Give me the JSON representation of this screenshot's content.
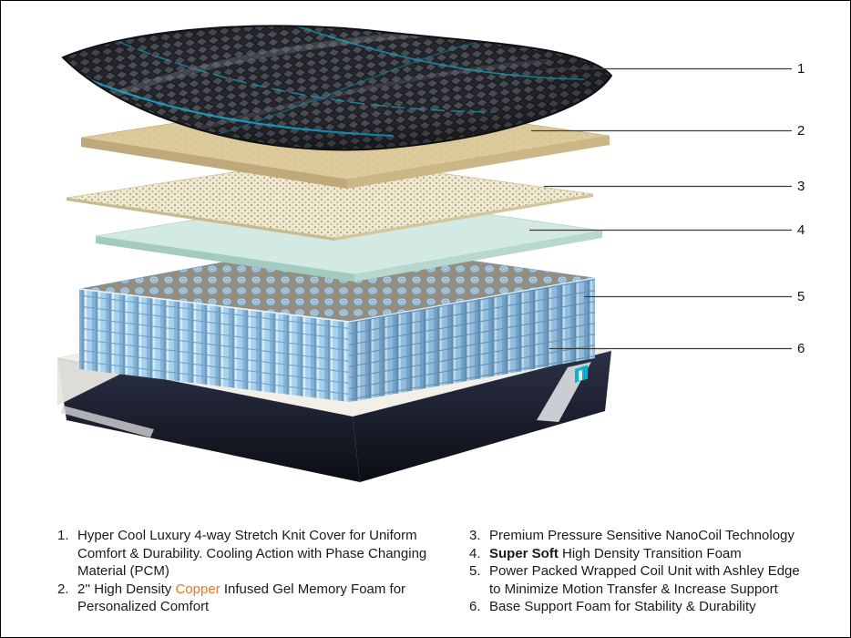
{
  "page": {
    "background": "#ffffff",
    "border_color": "#000000"
  },
  "colors": {
    "cover_dark": "#2b2c31",
    "cover_accent_cyan": "#16a7c9",
    "memory_foam_tan": "#dcca9a",
    "nanocoil_beige": "#efe9d4",
    "transition_foam_teal": "#d2eae3",
    "coil_blue": "#a8d1ee",
    "base_mint": "#d9eee1",
    "base_dark": "#171a26",
    "callout_line": "#3d3d3d",
    "legend_orange": "#ee7623",
    "text": "#1a1a1a"
  },
  "diagram": {
    "logo": "brand-mark",
    "layers": [
      {
        "id": 1,
        "name": "stretch-knit-cover",
        "color": "#2b2c31"
      },
      {
        "id": 2,
        "name": "copper-gel-memory-foam",
        "color": "#dcca9a"
      },
      {
        "id": 3,
        "name": "nanocoil-layer",
        "color": "#efe9d4"
      },
      {
        "id": 4,
        "name": "transition-foam",
        "color": "#d2eae3"
      },
      {
        "id": 5,
        "name": "wrapped-coil-unit",
        "color": "#a8d1ee"
      },
      {
        "id": 6,
        "name": "base-support-foam",
        "color": "#d9eee1"
      }
    ],
    "callouts": [
      {
        "label": "1",
        "target": "stretch-knit-cover"
      },
      {
        "label": "2",
        "target": "copper-gel-memory-foam"
      },
      {
        "label": "3",
        "target": "nanocoil-layer"
      },
      {
        "label": "4",
        "target": "transition-foam"
      },
      {
        "label": "5",
        "target": "wrapped-coil-unit"
      },
      {
        "label": "6",
        "target": "base-support-foam"
      }
    ]
  },
  "legend": {
    "items": [
      {
        "number": "1.",
        "parts": [
          {
            "text": "Hyper Cool Luxury 4-way Stretch Knit Cover for Uniform Comfort & Durability. Cooling Action with Phase Changing Material (PCM)"
          }
        ]
      },
      {
        "number": "2.",
        "parts": [
          {
            "text": "2'' High Density "
          },
          {
            "text": "Copper",
            "highlight": "orange"
          },
          {
            "text": " Infused Gel Memory Foam for Personalized Comfort"
          }
        ]
      },
      {
        "number": "3.",
        "parts": [
          {
            "text": "Premium Pressure Sensitive NanoCoil Technology"
          }
        ]
      },
      {
        "number": "4.",
        "parts": [
          {
            "text": "Super Soft",
            "highlight": "bold"
          },
          {
            "text": " High Density Transition Foam"
          }
        ]
      },
      {
        "number": "5.",
        "parts": [
          {
            "text": "Power Packed Wrapped Coil Unit with Ashley Edge to Minimize Motion Transfer & Increase Support"
          }
        ]
      },
      {
        "number": "6.",
        "parts": [
          {
            "text": "Base Support Foam for Stability & Durability"
          }
        ]
      }
    ]
  }
}
